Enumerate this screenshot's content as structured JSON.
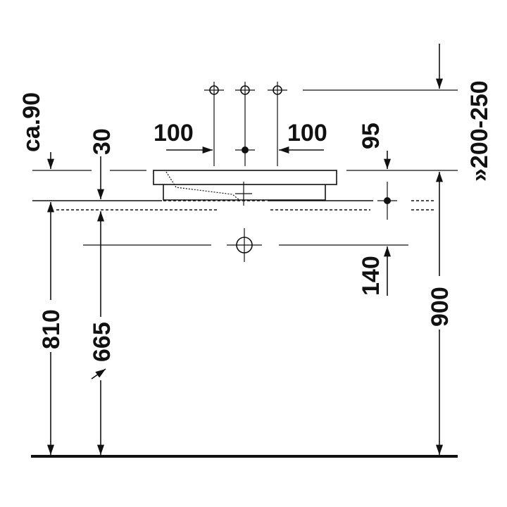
{
  "dimensions": {
    "left_top": "ca.90",
    "left_gap": "30",
    "tap_spacing_left": "100",
    "tap_spacing_right": "100",
    "right_gap": "95",
    "mirror_height": "»200-250",
    "drain_drop": "140",
    "counter_height_total": "900",
    "sink_bottom_height": "810",
    "drain_height": "665"
  }
}
